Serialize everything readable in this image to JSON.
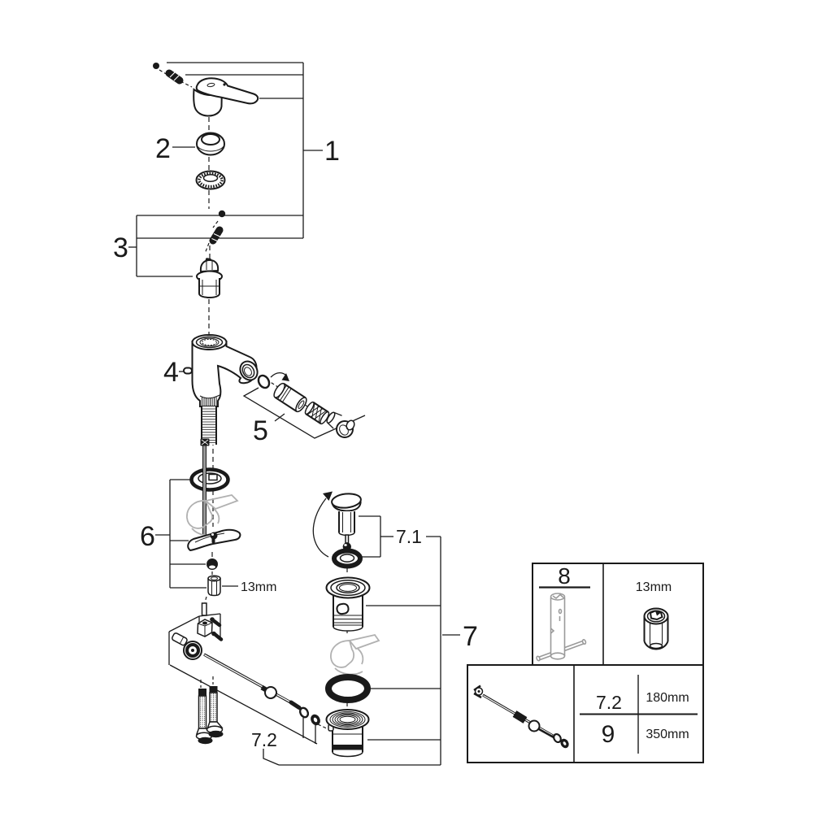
{
  "diagram": {
    "type": "exploded-parts-diagram",
    "callouts": [
      {
        "label": "1"
      },
      {
        "label": "2"
      },
      {
        "label": "3"
      },
      {
        "label": "4"
      },
      {
        "label": "5"
      },
      {
        "label": "6"
      },
      {
        "label": "7"
      },
      {
        "label": "7.1"
      },
      {
        "label": "7.2"
      }
    ],
    "annotations": {
      "hex_nut_size": "13mm"
    },
    "tables": {
      "tools": {
        "part_label": "8",
        "socket_size": "13mm"
      },
      "rods": {
        "rows": [
          {
            "part": "7.2",
            "length": "180mm"
          },
          {
            "part": "9",
            "length": "350mm"
          }
        ]
      }
    }
  }
}
